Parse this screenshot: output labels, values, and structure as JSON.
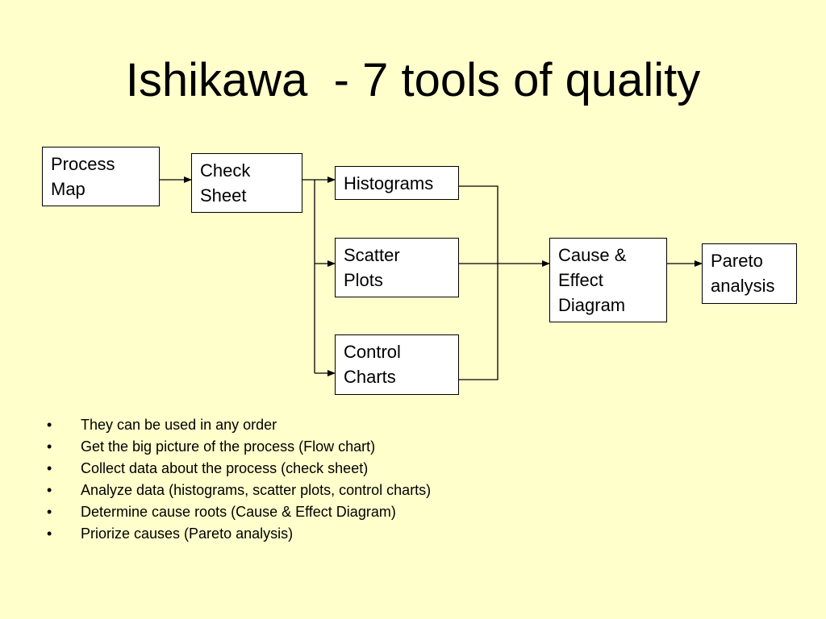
{
  "slide": {
    "title": "Ishikawa  - 7 tools of quality",
    "bullet_symbol": "•"
  },
  "diagram": {
    "nodes": [
      {
        "id": "process-map",
        "label": "Process\nMap"
      },
      {
        "id": "check-sheet",
        "label": "Check\nSheet"
      },
      {
        "id": "histograms",
        "label": "Histograms"
      },
      {
        "id": "scatter-plots",
        "label": "Scatter\nPlots"
      },
      {
        "id": "control-charts",
        "label": "Control\nCharts"
      },
      {
        "id": "cause-effect-diagram",
        "label": "Cause &\nEffect\nDiagram"
      },
      {
        "id": "pareto-analysis",
        "label": "Pareto\nanalysis"
      }
    ],
    "edges": [
      {
        "from": "process-map",
        "to": "check-sheet"
      },
      {
        "from": "check-sheet",
        "to": "histograms"
      },
      {
        "from": "check-sheet",
        "to": "scatter-plots"
      },
      {
        "from": "check-sheet",
        "to": "control-charts"
      },
      {
        "from": "histograms",
        "to": "cause-effect-diagram"
      },
      {
        "from": "scatter-plots",
        "to": "cause-effect-diagram"
      },
      {
        "from": "control-charts",
        "to": "cause-effect-diagram"
      },
      {
        "from": "cause-effect-diagram",
        "to": "pareto-analysis"
      }
    ]
  },
  "bullets": [
    "They can be used in any order",
    "Get the big picture of the process (Flow chart)",
    "Collect data about the process (check sheet)",
    "Analyze data (histograms, scatter plots, control charts)",
    "Determine cause roots (Cause & Effect Diagram)",
    "Priorize causes (Pareto analysis)"
  ]
}
